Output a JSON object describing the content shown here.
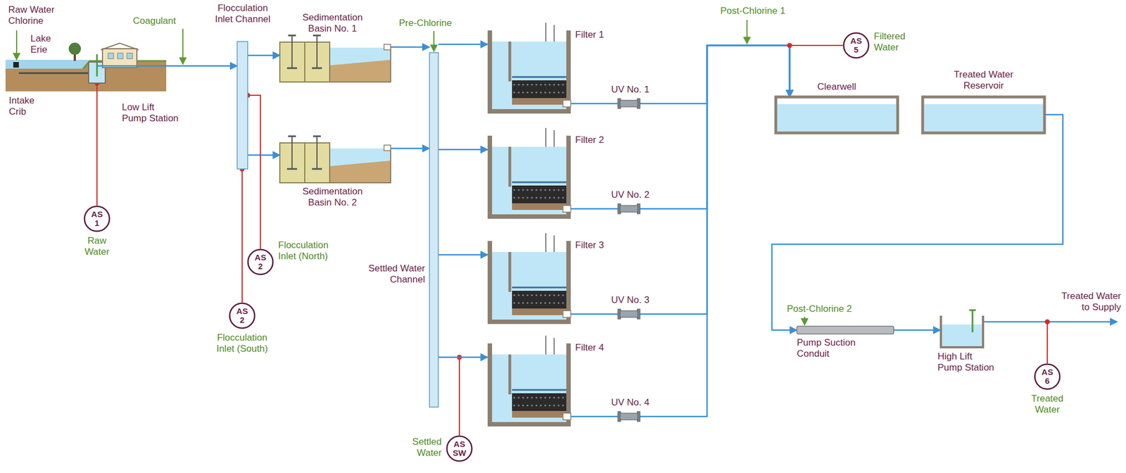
{
  "diagram": {
    "nodes": [
      {
        "text": [
          "Low Lift Pump Station"
        ]
      },
      {
        "text": [
          "Flocculation Inlet Channel"
        ]
      },
      {
        "text": [
          "Sedimentation Basin No. 1"
        ]
      },
      {
        "text": [
          "Sedimentation Basin No. 2"
        ]
      },
      {
        "text": [
          "Settled Water Channel"
        ]
      },
      {
        "text": [
          "Filter 1"
        ]
      },
      {
        "text": [
          "Filter 2"
        ]
      },
      {
        "text": [
          "Filter 3"
        ]
      },
      {
        "text": [
          "Filter 4"
        ]
      },
      {
        "text": [
          "UV No. 1"
        ]
      },
      {
        "text": [
          "UV No. 2"
        ]
      },
      {
        "text": [
          "UV No. 3"
        ]
      },
      {
        "text": [
          "UV No. 4"
        ]
      },
      {
        "text": [
          "Clearwell"
        ]
      },
      {
        "text": [
          "Treated Water Reservoir"
        ]
      },
      {
        "text": [
          "Pump Suction Conduit"
        ]
      },
      {
        "text": [
          "High Lift Pump Station"
        ]
      },
      {
        "text": [
          "AS 1",
          "Raw Water"
        ]
      },
      {
        "text": [
          "AS 2",
          "Flocculation Inlet (North)"
        ]
      },
      {
        "text": [
          "AS 2",
          "Flocculation Inlet (South)"
        ]
      },
      {
        "text": [
          "AS SW",
          "Settled Water"
        ]
      },
      {
        "text": [
          "AS 5",
          "Filtered Water"
        ]
      },
      {
        "text": [
          "AS 6",
          "Treated Water"
        ]
      }
    ],
    "edges": [
      {
        "from": 0,
        "to": 1,
        "arrow": "to"
      },
      {
        "from": 1,
        "to": 2,
        "arrow": "to"
      },
      {
        "from": 1,
        "to": 3,
        "arrow": "to"
      },
      {
        "from": 2,
        "to": 4,
        "arrow": "to"
      },
      {
        "from": 3,
        "to": 4,
        "arrow": "to"
      },
      {
        "from": 4,
        "to": 5,
        "arrow": "to"
      },
      {
        "from": 4,
        "to": 6,
        "arrow": "to"
      },
      {
        "from": 4,
        "to": 7,
        "arrow": "to"
      },
      {
        "from": 4,
        "to": 8,
        "arrow": "to"
      },
      {
        "from": 5,
        "to": 9,
        "arrow": "none"
      },
      {
        "from": 6,
        "to": 10,
        "arrow": "none"
      },
      {
        "from": 7,
        "to": 11,
        "arrow": "none"
      },
      {
        "from": 8,
        "to": 12,
        "arrow": "none"
      },
      {
        "from": 9,
        "to": 13,
        "arrow": "to"
      },
      {
        "from": 10,
        "to": 13,
        "arrow": "to"
      },
      {
        "from": 11,
        "to": 13,
        "arrow": "to"
      },
      {
        "from": 12,
        "to": 13,
        "arrow": "to"
      },
      {
        "from": 14,
        "to": 15,
        "arrow": "to"
      },
      {
        "from": 15,
        "to": 16,
        "arrow": "to"
      },
      {
        "from": 17,
        "to": 0,
        "arrow": "none"
      },
      {
        "from": 18,
        "to": 1,
        "arrow": "none"
      },
      {
        "from": 19,
        "to": 1,
        "arrow": "none"
      }
    ],
    "labels": [
      "Raw Water Chlorine",
      "Lake Erie",
      "Intake Crib",
      "Coagulant",
      "Pre-Chlorine",
      "Post-Chlorine 1",
      "Post-Chlorine 2",
      "Treated Water to Supply"
    ]
  }
}
